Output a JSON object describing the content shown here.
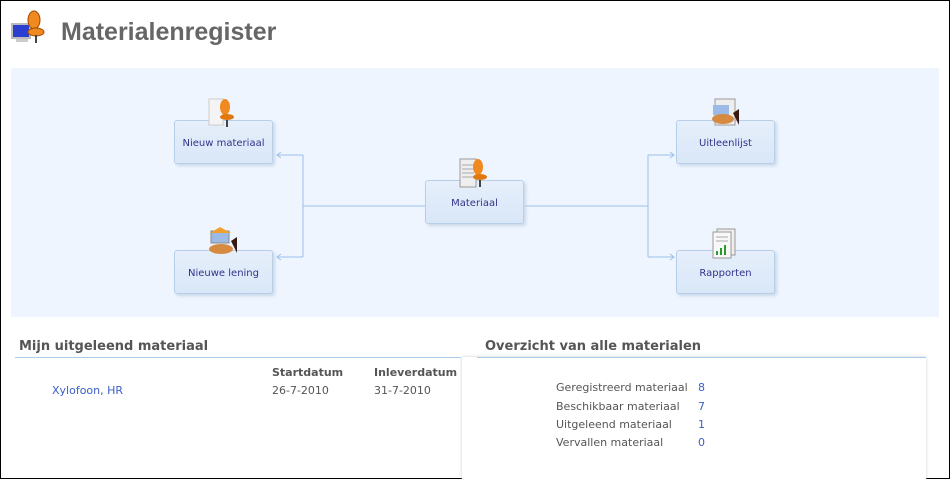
{
  "header": {
    "title": "Materialenregister",
    "logo_icon": "computer-chair-icon"
  },
  "diagram": {
    "nodes": {
      "new_material": "Nieuw materiaal",
      "new_loan": "Nieuwe lening",
      "material": "Materiaal",
      "loan_list": "Uitleenlijst",
      "reports": "Rapporten"
    }
  },
  "my_loans": {
    "heading": "Mijn uitgeleend materiaal",
    "columns": [
      "",
      "Startdatum",
      "Inleverdatum"
    ],
    "rows": [
      {
        "item": "Xylofoon, HR",
        "start": "26-7-2010",
        "end": "31-7-2010"
      }
    ]
  },
  "overview": {
    "heading": "Overzicht van alle materialen",
    "rows": [
      {
        "label": "Geregistreerd materiaal",
        "value": "8"
      },
      {
        "label": "Beschikbaar materiaal",
        "value": "7"
      },
      {
        "label": "Uitgeleend materiaal",
        "value": "1"
      },
      {
        "label": "Vervallen materiaal",
        "value": "0"
      }
    ]
  }
}
